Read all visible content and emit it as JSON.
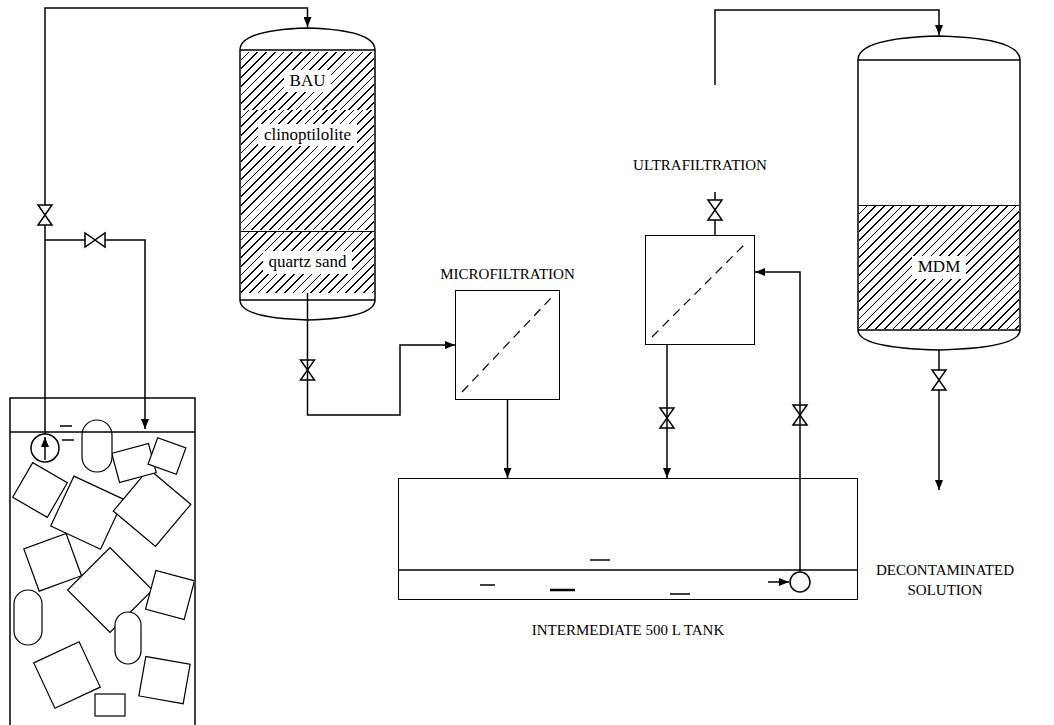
{
  "diagram": {
    "nodes": [
      {
        "text": [
          "BAU"
        ]
      },
      {
        "text": [
          "clinoptilolite"
        ]
      },
      {
        "text": [
          "quartz sand"
        ]
      },
      {
        "text": [
          "MICROFILTRATION"
        ]
      },
      {
        "text": [
          "ULTRAFILTRATION"
        ]
      },
      {
        "text": [
          "MDM"
        ]
      },
      {
        "text": [
          "INTERMEDIATE 500 L TANK"
        ]
      }
    ],
    "edges": [
      {
        "from": 2,
        "to": 3,
        "arrow": "to"
      },
      {
        "from": 3,
        "to": 6,
        "arrow": "to"
      },
      {
        "from": 4,
        "to": 6,
        "arrow": "to"
      },
      {
        "from": 6,
        "to": 4,
        "arrow": "to"
      }
    ],
    "labels": [
      "DECONTAMINATED SOLUTION"
    ]
  }
}
